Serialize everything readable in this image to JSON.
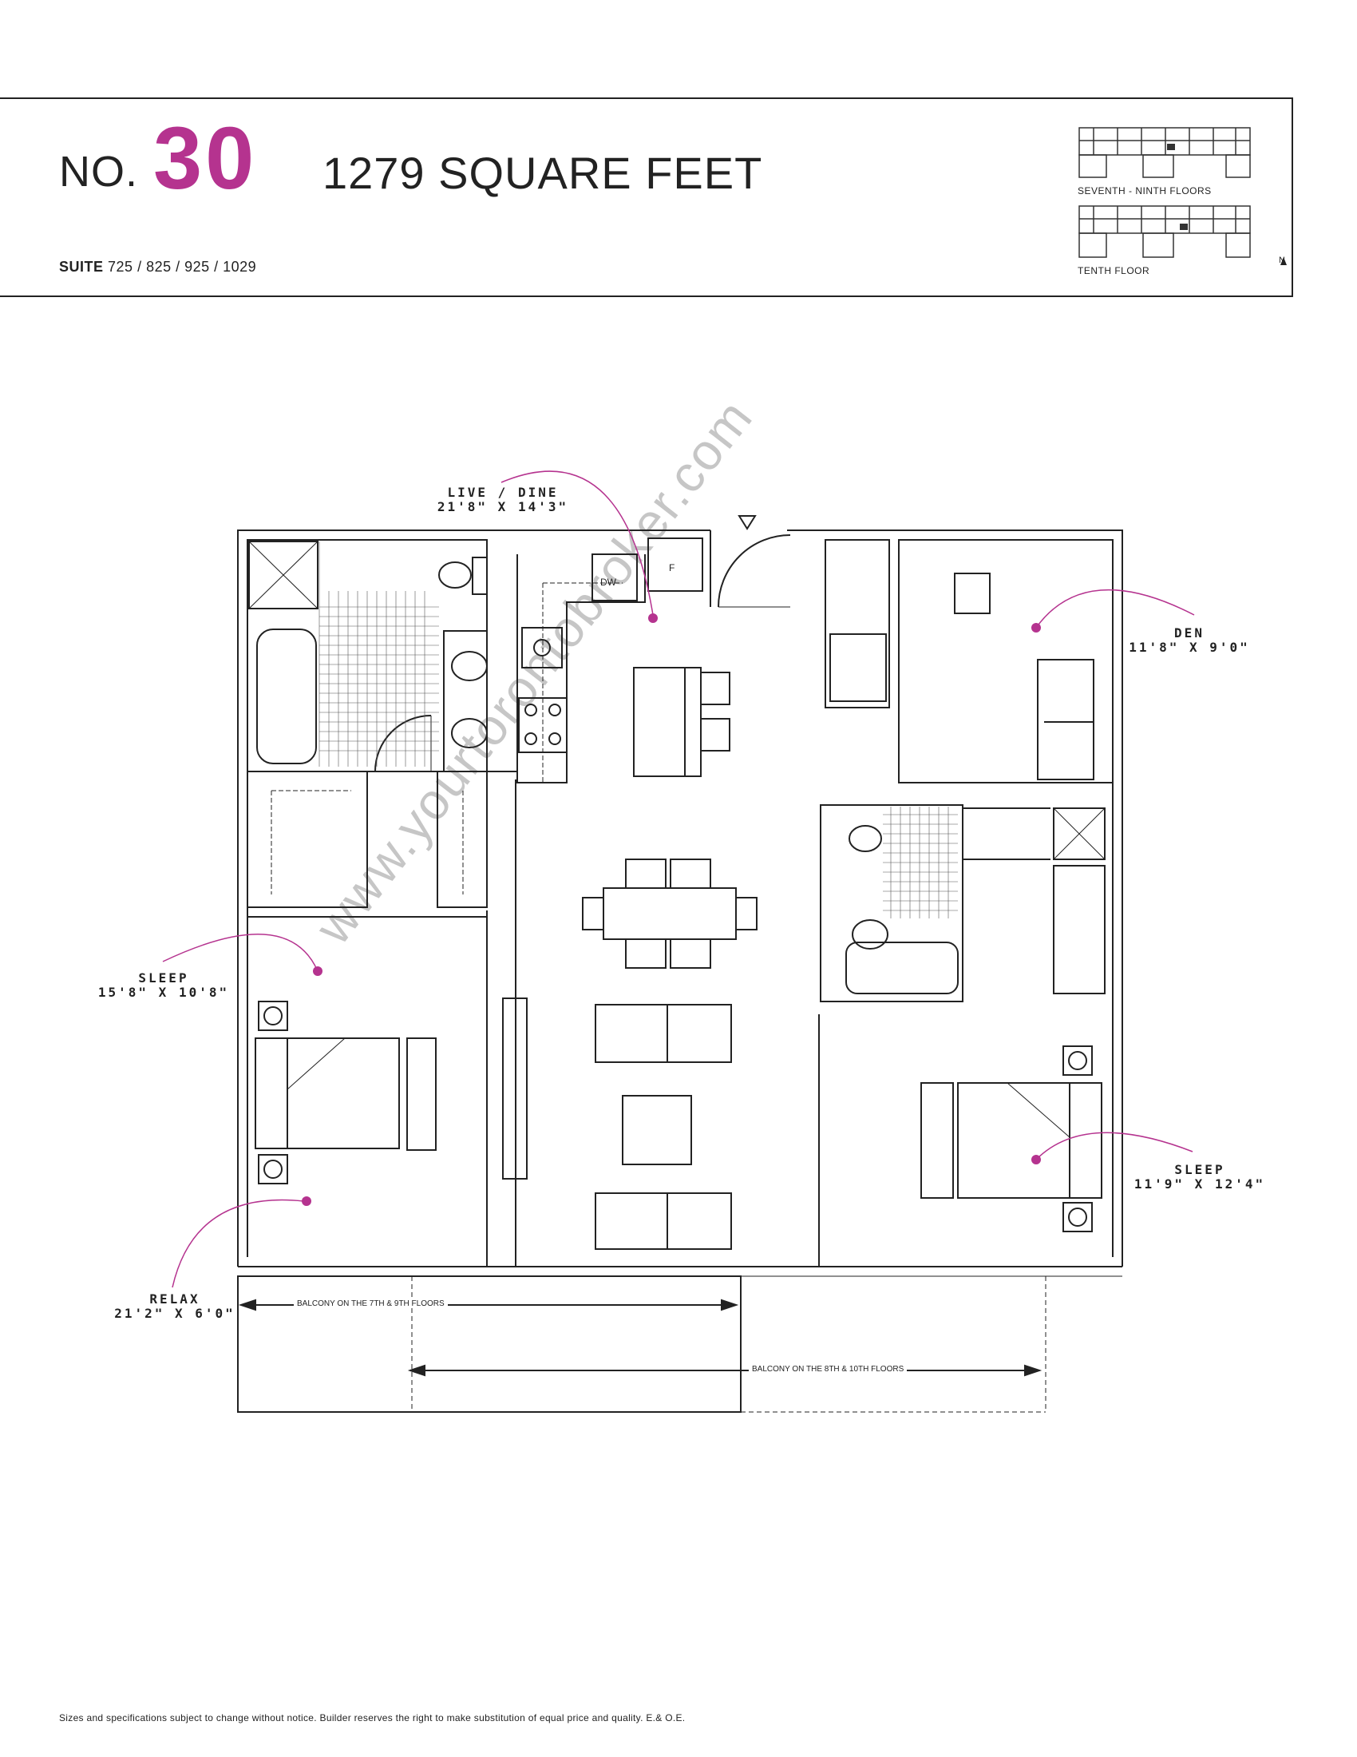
{
  "header": {
    "no_label": "NO.",
    "number": "30",
    "area": "1279 SQUARE FEET",
    "suite_label": "SUITE",
    "suite_numbers": "725 / 825 / 925 / 1029",
    "keyplan_top_label": "SEVENTH - NINTH FLOORS",
    "keyplan_bottom_label": "TENTH FLOOR",
    "north_label": "N"
  },
  "rooms": {
    "live_dine": {
      "name": "LIVE / DINE",
      "dims": "21'8\" X 14'3\""
    },
    "den": {
      "name": "DEN",
      "dims": "11'8\" X 9'0\""
    },
    "sleep1": {
      "name": "SLEEP",
      "dims": "15'8\" X 10'8\""
    },
    "sleep2": {
      "name": "SLEEP",
      "dims": "11'9\" X 12'4\""
    },
    "relax": {
      "name": "RELAX",
      "dims": "21'2\" X 6'0\""
    }
  },
  "floorplan": {
    "dw_label": "DW",
    "f_label": "F",
    "balcony_a": "BALCONY ON THE 7TH & 9TH FLOORS",
    "balcony_b": "BALCONY ON THE 8TH & 10TH FLOORS"
  },
  "watermark": "www.yourtorontobroker.com",
  "disclaimer": "Sizes and specifications subject to change without notice. Builder reserves the right to make substitution of equal price and quality. E.& O.E.",
  "colors": {
    "accent": "#b5338f",
    "line": "#222222",
    "watermark": "#bdbdbd"
  }
}
